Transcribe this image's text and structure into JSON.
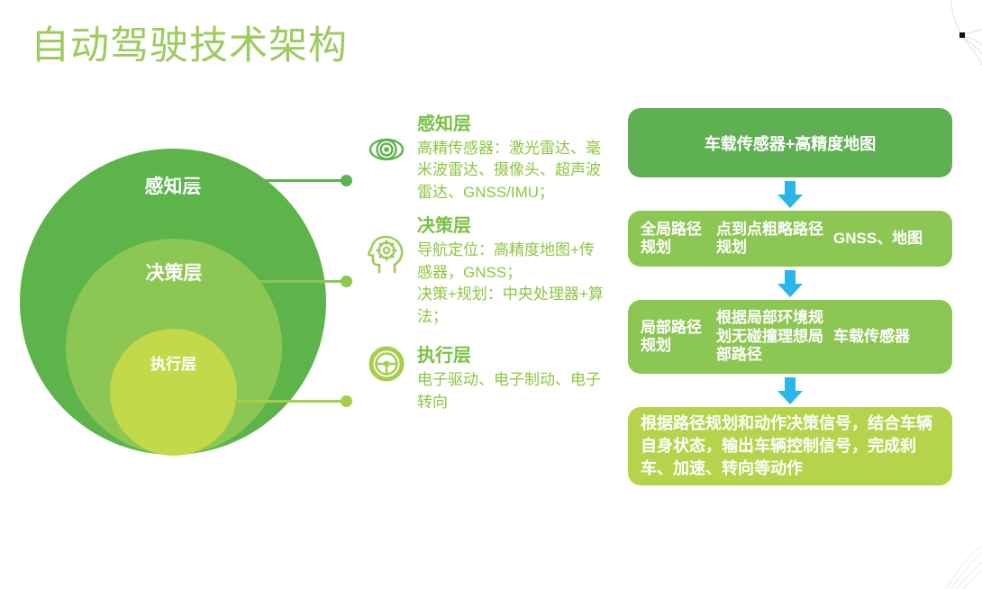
{
  "slide": {
    "title": "自动驾驶技术架构",
    "title_color": "#9ccb5e",
    "background": "#ffffff"
  },
  "circles": {
    "outer": {
      "label": "感知层",
      "color": "#5cb44b"
    },
    "middle": {
      "label": "决策层",
      "color": "#8cc653"
    },
    "inner": {
      "label": "执行层",
      "color": "#c2d94a"
    }
  },
  "details": [
    {
      "icon": "eye-icon",
      "heading": "感知层",
      "body": "高精传感器：激光雷达、毫米波雷达、摄像头、超声波雷达、GNSS/IMU；"
    },
    {
      "icon": "brain-gear-icon",
      "heading": "决策层",
      "body": "导航定位：高精度地图+传感器，GNSS；\n决策+规划：中央处理器+算法；"
    },
    {
      "icon": "steering-wheel-icon",
      "heading": "执行层",
      "body": "电子驱动、电子制动、电子转向"
    }
  ],
  "flow": {
    "arrow_color": "#29b6e8",
    "boxes": [
      {
        "id": "box1",
        "color": "#5fb052",
        "columns": [
          "车载传感器+高精度地图"
        ]
      },
      {
        "id": "box2",
        "color": "#8cc653",
        "columns": [
          "全局路径规划",
          "点到点粗略路径规划",
          "GNSS、地图"
        ]
      },
      {
        "id": "box3",
        "color": "#8cc653",
        "columns": [
          "局部路径规划",
          "根据局部环境规划无碰撞理想局部路径",
          "车载传感器"
        ]
      },
      {
        "id": "box4",
        "color": "#b5d44b",
        "columns": [
          "根据路径规划和动作决策信号，结合车辆自身状态，输出车辆控制信号，完成刹车、加速、转向等动作"
        ]
      }
    ]
  }
}
